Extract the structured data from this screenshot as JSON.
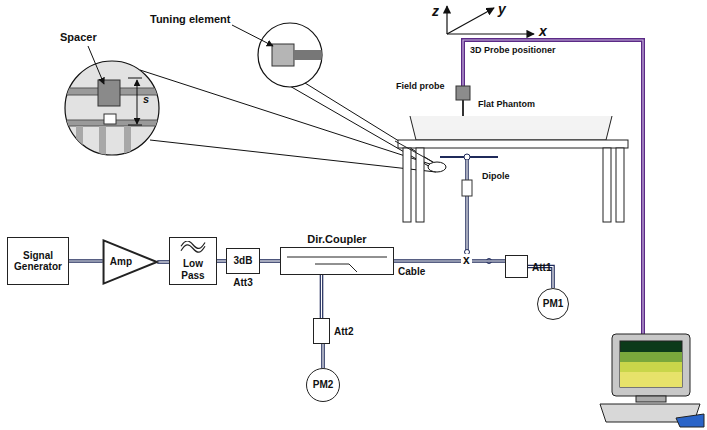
{
  "diagram": {
    "nodes": [
      {
        "text": [
          "Signal Generator"
        ]
      },
      {
        "text": [
          "Amp"
        ]
      },
      {
        "text": [
          "Low Pass"
        ]
      },
      {
        "text": [
          "3dB",
          "Att3"
        ]
      },
      {
        "text": [
          "Dir.Coupler"
        ]
      },
      {
        "text": [
          "Att2"
        ]
      },
      {
        "text": [
          "PM2"
        ]
      },
      {
        "text": [
          "Att1"
        ]
      },
      {
        "text": [
          "PM1"
        ]
      }
    ],
    "edges": [
      {
        "from": 0,
        "to": 1,
        "arrow": "none"
      },
      {
        "from": 1,
        "to": 2,
        "arrow": "none"
      },
      {
        "from": 2,
        "to": 3,
        "arrow": "none"
      },
      {
        "from": 3,
        "to": 4,
        "arrow": "none"
      },
      {
        "from": 4,
        "to": 5,
        "arrow": "none"
      },
      {
        "from": 5,
        "to": 6,
        "arrow": "none"
      },
      {
        "from": 4,
        "to": 7,
        "label": "Cable",
        "arrow": "none"
      },
      {
        "from": 7,
        "to": 8,
        "arrow": "none"
      }
    ],
    "labels": [
      "Tuning element",
      "Spacer",
      "s",
      "z",
      "y",
      "x",
      "3D Probe positioner",
      "Field probe",
      "Flat Phantom",
      "Dipole",
      "x"
    ]
  }
}
